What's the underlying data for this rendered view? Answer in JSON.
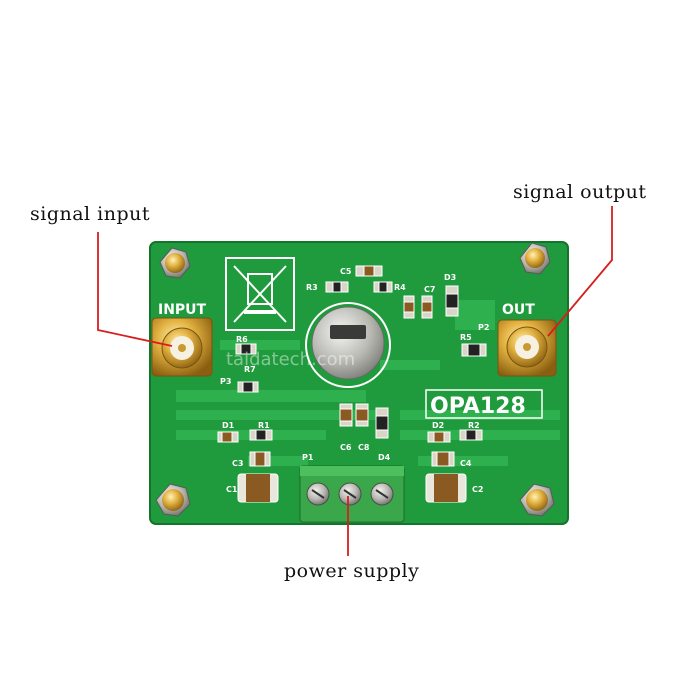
{
  "callouts": {
    "signal_input": "signal input",
    "signal_output": "signal output",
    "power_supply": "power supply"
  },
  "board": {
    "model": "OPA128",
    "input_label": "INPUT",
    "output_label": "OUT",
    "watermark": "taidatech.com",
    "refs": {
      "p1": "P1",
      "p2": "P2",
      "p3": "P3",
      "r1": "R1",
      "r2": "R2",
      "r3": "R3",
      "r4": "R4",
      "r5": "R5",
      "r6": "R6",
      "r7": "R7",
      "c1": "C1",
      "c2": "C2",
      "c3": "C3",
      "c4": "C4",
      "c5": "C5",
      "c6": "C6",
      "c7": "C7",
      "c8": "C8",
      "d1": "D1",
      "d2": "D2",
      "d3": "D3",
      "d4": "D4"
    }
  },
  "colors": {
    "pcb_green": "#1f9a3c",
    "trace_green": "#2fb04e",
    "gold": "#d8a531",
    "terminal_green": "#3aa84a",
    "callout_line": "#d81e1e"
  }
}
